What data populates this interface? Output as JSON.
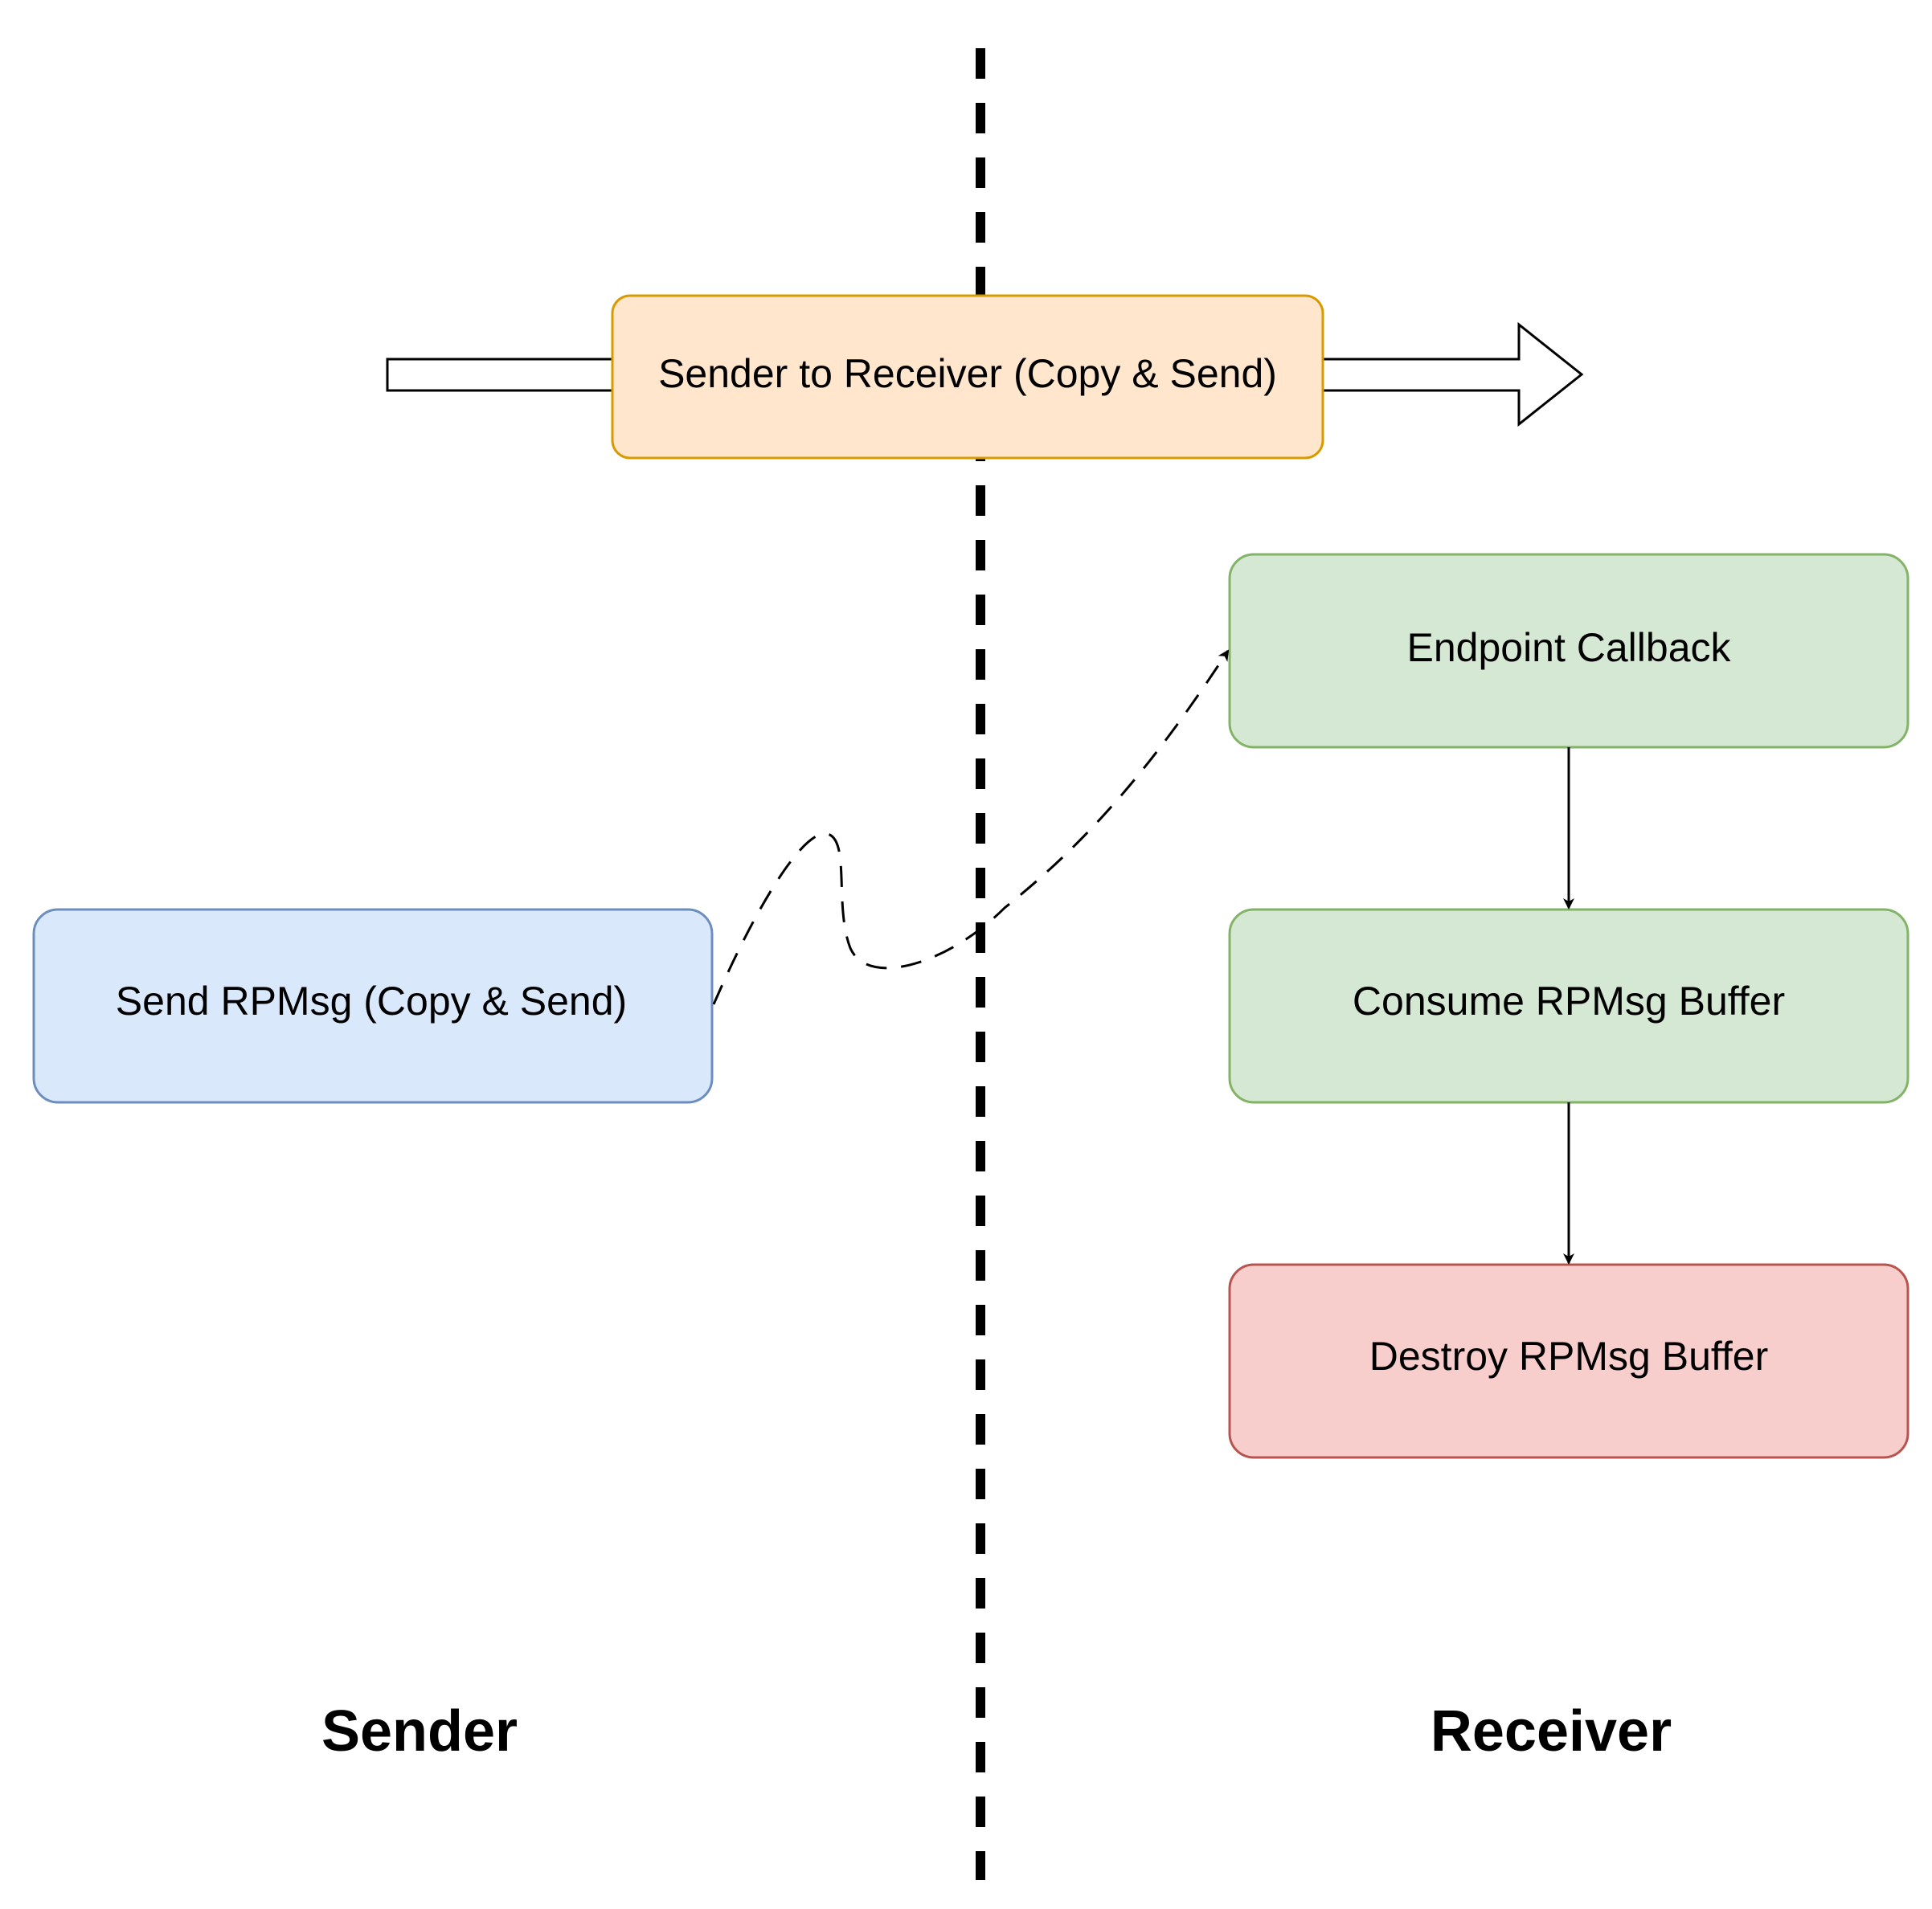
{
  "title_box": {
    "label": "Sender to Receiver (Copy & Send)",
    "fill": "#ffe6cc",
    "stroke": "#d79b00"
  },
  "sender_box": {
    "label": "Send RPMsg (Copy & Send)",
    "fill": "#dae8fc",
    "stroke": "#6c8ebf"
  },
  "receiver_steps": [
    {
      "label": "Endpoint Callback",
      "fill": "#d5e8d4",
      "stroke": "#82b366"
    },
    {
      "label": "Consume RPMsg Buffer",
      "fill": "#d5e8d4",
      "stroke": "#82b366"
    },
    {
      "label": "Destroy RPMsg Buffer",
      "fill": "#f8cecc",
      "stroke": "#b85450"
    }
  ],
  "lanes": {
    "sender": "Sender",
    "receiver": "Receiver"
  },
  "icons": {
    "direction_arrow": "block-arrow-right-icon",
    "divider": "dashed-divider-line"
  }
}
